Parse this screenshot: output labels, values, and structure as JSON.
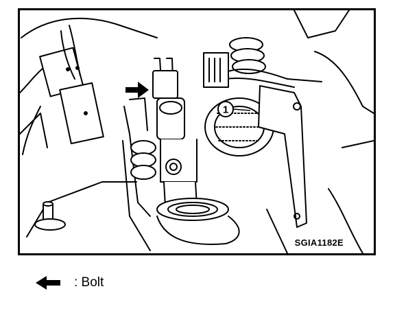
{
  "figure": {
    "code": "SGIA1182E",
    "callout_number": "1"
  },
  "legend": {
    "text": ": Bolt",
    "icon": "filled-arrow-left-icon"
  },
  "colors": {
    "ink": "#000000",
    "paper": "#ffffff"
  }
}
